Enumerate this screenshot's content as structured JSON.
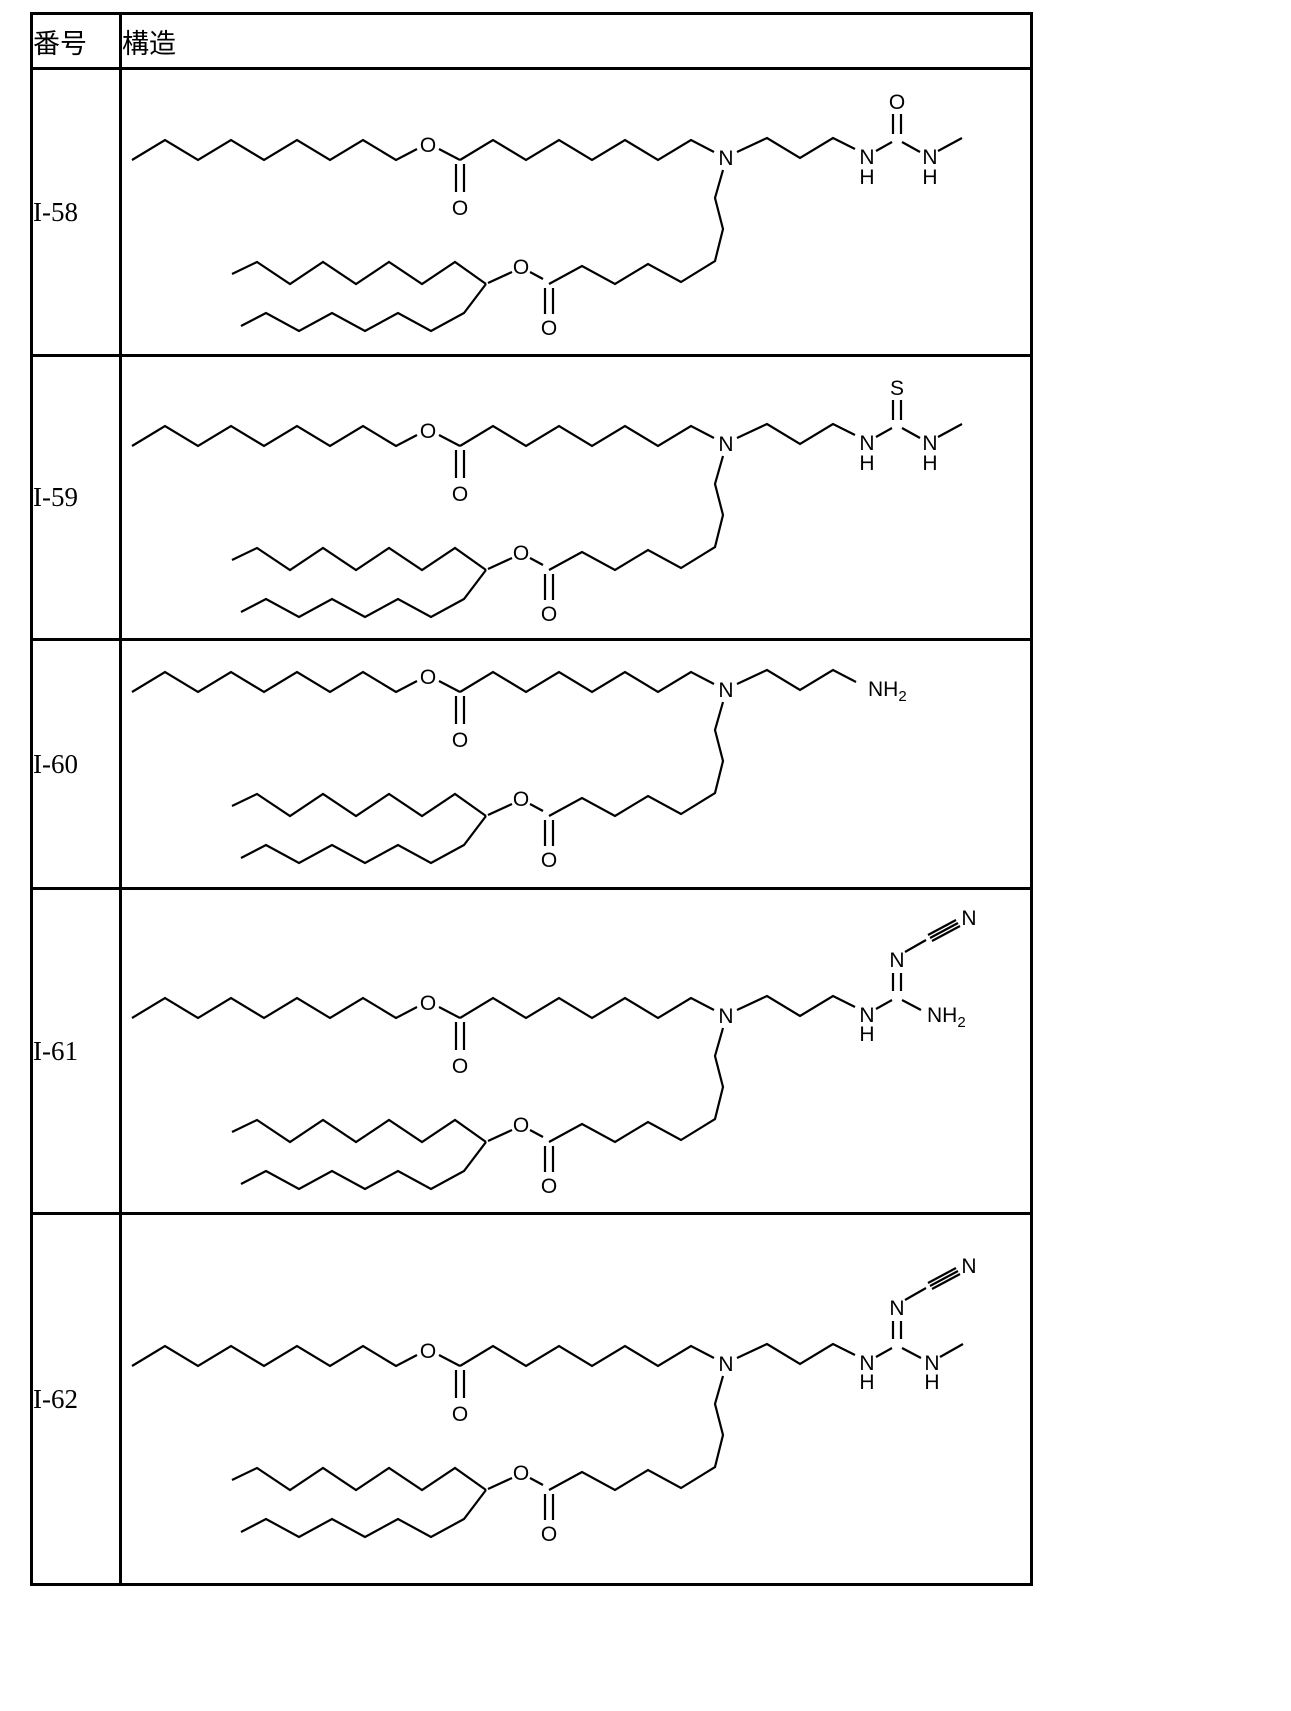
{
  "table": {
    "header": {
      "col_number": "番号",
      "col_structure": "構造"
    },
    "rows": [
      {
        "id": "I-58",
        "labels": {
          "o_ester1": "O",
          "o_carbonyl1": "O",
          "n_amine": "N",
          "o_ester2": "O",
          "o_carbonyl2": "O",
          "n_left": "N",
          "h_left": "H",
          "x_top": "O",
          "n_right": "N",
          "h_right": "H"
        }
      },
      {
        "id": "I-59",
        "labels": {
          "o_ester1": "O",
          "o_carbonyl1": "O",
          "n_amine": "N",
          "o_ester2": "O",
          "o_carbonyl2": "O",
          "n_left": "N",
          "h_left": "H",
          "x_top": "S",
          "n_right": "N",
          "h_right": "H"
        }
      },
      {
        "id": "I-60",
        "labels": {
          "o_ester1": "O",
          "o_carbonyl1": "O",
          "n_amine": "N",
          "o_ester2": "O",
          "o_carbonyl2": "O",
          "nh2": "NH",
          "nh2_sub": "2"
        }
      },
      {
        "id": "I-61",
        "labels": {
          "o_ester1": "O",
          "o_carbonyl1": "O",
          "n_amine": "N",
          "o_ester2": "O",
          "o_carbonyl2": "O",
          "n_left": "N",
          "h_left": "H",
          "n_imine": "N",
          "n_nitrile": "N",
          "nh2": "NH",
          "nh2_sub": "2"
        }
      },
      {
        "id": "I-62",
        "labels": {
          "o_ester1": "O",
          "o_carbonyl1": "O",
          "n_amine": "N",
          "o_ester2": "O",
          "o_carbonyl2": "O",
          "n_left": "N",
          "h_left": "H",
          "n_imine": "N",
          "n_nitrile": "N",
          "n_right": "N",
          "h_right": "H"
        }
      }
    ]
  }
}
